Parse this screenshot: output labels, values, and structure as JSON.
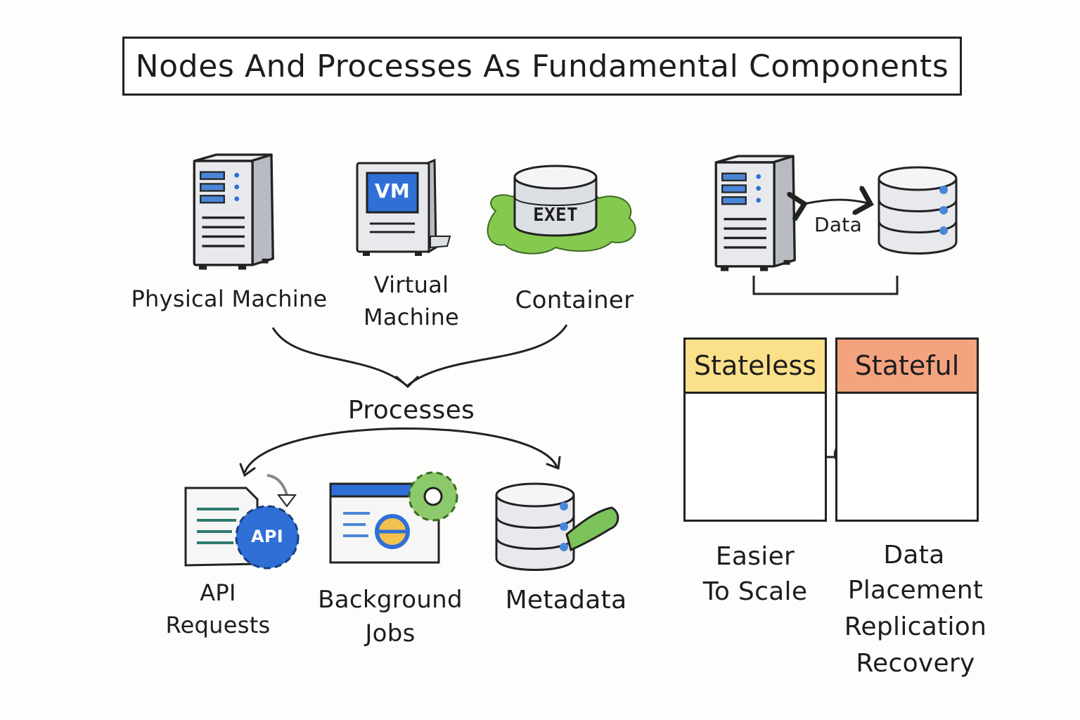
{
  "title": "Nodes And Processes As Fundamental Components",
  "nodes": {
    "physical": "Physical Machine",
    "virtual_line1": "Virtual",
    "virtual_line2": "Machine",
    "container": "Container",
    "vm_badge": "VM",
    "container_badge": "EXET"
  },
  "processes": {
    "heading": "Processes",
    "api_line1": "API",
    "api_line2": "Requests",
    "api_badge": "API",
    "jobs_line1": "Background",
    "jobs_line2": "Jobs",
    "metadata": "Metadata"
  },
  "storage": {
    "data_label": "Data"
  },
  "state": {
    "stateless": "Stateless",
    "stateful": "Stateful",
    "stateless_note_line1": "Easier",
    "stateless_note_line2": "To Scale",
    "stateful_note_line1": "Data",
    "stateful_note_line2": "Placement",
    "stateful_note_line3": "Replication",
    "stateful_note_line4": "Recovery"
  },
  "colors": {
    "stateless_header": "#fbe08a",
    "stateful_header": "#f3a47f",
    "accent_blue": "#2f6fd6",
    "container_green": "#86c94f",
    "gear_green": "#8bc96a",
    "server_gray": "#dcdfe3"
  },
  "icons": [
    "server-icon",
    "vm-icon",
    "container-icon",
    "database-icon",
    "api-document-icon",
    "gear-icon",
    "browser-window-icon",
    "tag-icon",
    "cycle-arrow-icon"
  ]
}
